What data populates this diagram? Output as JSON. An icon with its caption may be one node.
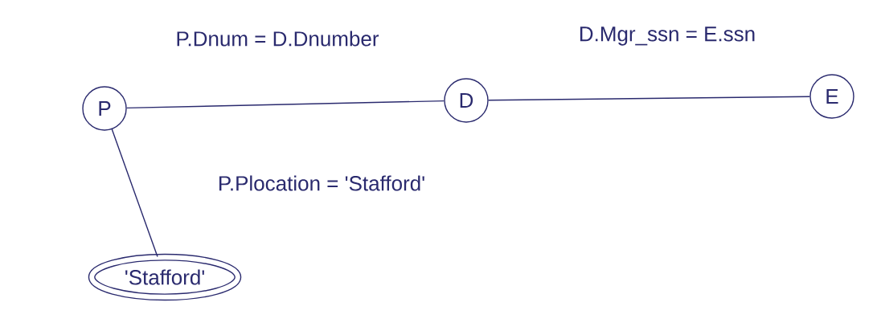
{
  "diagram": {
    "nodes": [
      {
        "text": [
          "P"
        ]
      },
      {
        "text": [
          "D"
        ]
      },
      {
        "text": [
          "E"
        ]
      },
      {
        "text": [
          "'Stafford'"
        ]
      }
    ],
    "edges": [
      {
        "from": 0,
        "to": 1,
        "arrow": "none",
        "label": "P.Dnum = D.Dnumber"
      },
      {
        "from": 1,
        "to": 2,
        "arrow": "none",
        "label": "D.Mgr_ssn = E.ssn"
      },
      {
        "from": 3,
        "to": 0,
        "arrow": "none",
        "label": "P.Plocation = 'Stafford'"
      }
    ]
  }
}
